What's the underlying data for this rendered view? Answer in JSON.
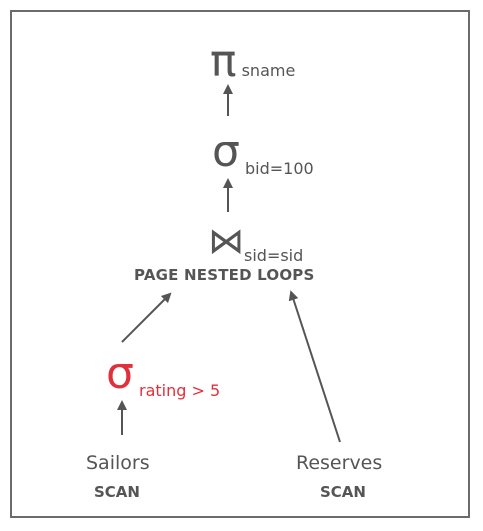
{
  "projection": {
    "symbol": "π",
    "subscript": "sname"
  },
  "selection_top": {
    "symbol": "σ",
    "subscript": "bid=100"
  },
  "join": {
    "symbol": "⋈",
    "subscript": "sid=sid",
    "method": "PAGE NESTED LOOPS"
  },
  "selection_left": {
    "symbol": "σ",
    "subscript": "rating > 5",
    "color": "#e0303b"
  },
  "left_relation": {
    "name": "Sailors",
    "access": "SCAN"
  },
  "right_relation": {
    "name": "Reserves",
    "access": "SCAN"
  }
}
